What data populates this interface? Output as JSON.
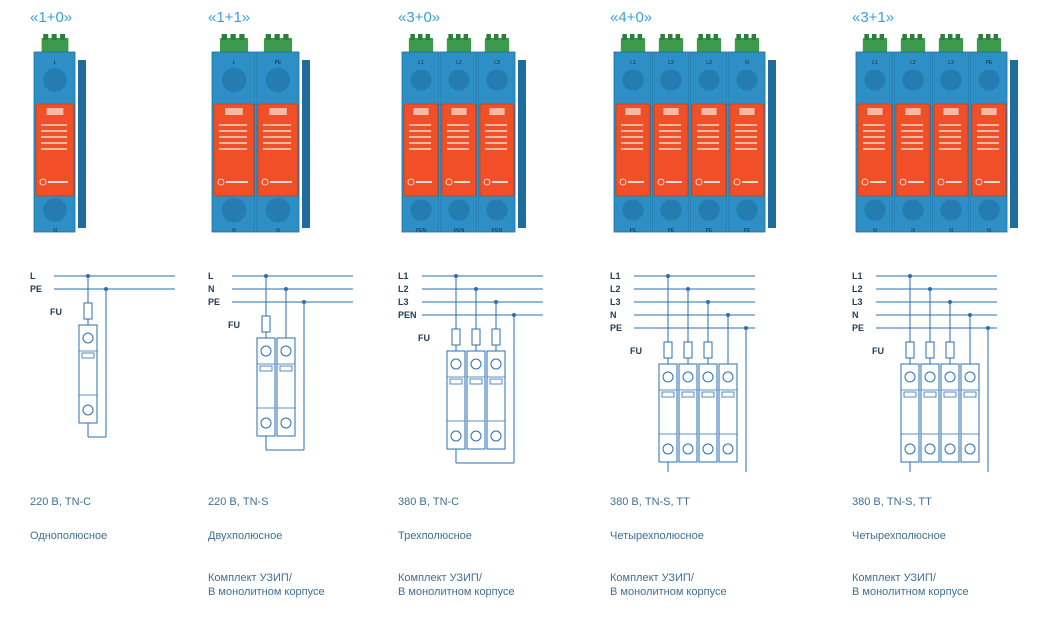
{
  "colors": {
    "accent": "#3aa0db",
    "body_blue": "#2d8fc6",
    "module_red": "#f04f27",
    "terminal_green": "#3d9a4c",
    "wire": "#2a6fb0"
  },
  "columns": [
    {
      "config": "«1+0»",
      "spec": "220 В, TN-C",
      "poles": "Однополюсное",
      "kit_line1": "",
      "kit_line2": "",
      "top_terminals": [
        "L"
      ],
      "bottom_terminals": [
        "N"
      ],
      "lines": [
        "L",
        "PE"
      ],
      "fuse": "FU"
    },
    {
      "config": "«1+1»",
      "spec": "220 В, TN-S",
      "poles": "Двухполюсное",
      "kit_line1": "Комплект УЗИП/",
      "kit_line2": "В монолитном корпусе",
      "top_terminals": [
        "L",
        "PE"
      ],
      "bottom_terminals": [
        "N",
        "N"
      ],
      "lines": [
        "L",
        "N",
        "PE"
      ],
      "fuse": "FU"
    },
    {
      "config": "«3+0»",
      "spec": "380 В, TN-C",
      "poles": "Трехполюсное",
      "kit_line1": "Комплект УЗИП/",
      "kit_line2": "В монолитном корпусе",
      "top_terminals": [
        "L1",
        "L2",
        "L3"
      ],
      "bottom_terminals": [
        "PEN",
        "PEN",
        "PEN"
      ],
      "lines": [
        "L1",
        "L2",
        "L3",
        "PEN"
      ],
      "fuse": "FU"
    },
    {
      "config": "«4+0»",
      "spec": "380 В, TN-S, TT",
      "poles": "Четырехполюсное",
      "kit_line1": "Комплект УЗИП/",
      "kit_line2": "В монолитном корпусе",
      "top_terminals": [
        "L1",
        "L2",
        "L3",
        "N"
      ],
      "bottom_terminals": [
        "PE",
        "PE",
        "PE",
        "PE"
      ],
      "lines": [
        "L1",
        "L2",
        "L3",
        "N",
        "PE"
      ],
      "fuse": "FU"
    },
    {
      "config": "«3+1»",
      "spec": "380 В, TN-S, TT",
      "poles": "Четырехполюсное",
      "kit_line1": "Комплект УЗИП/",
      "kit_line2": "В монолитном корпусе",
      "top_terminals": [
        "L1",
        "L2",
        "L3",
        "PE"
      ],
      "bottom_terminals": [
        "N",
        "N",
        "N",
        "N"
      ],
      "lines": [
        "L1",
        "L2",
        "L3",
        "N",
        "PE"
      ],
      "fuse": "FU"
    }
  ]
}
